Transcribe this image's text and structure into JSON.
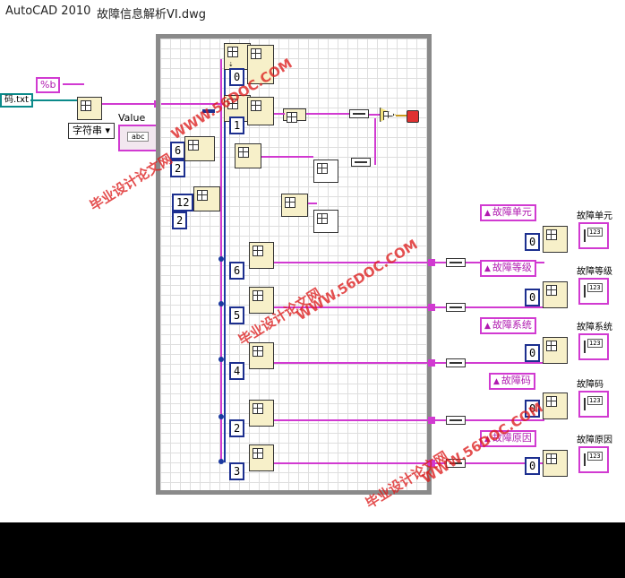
{
  "titlebar": {
    "app": "AutoCAD 2010",
    "file": "故障信息解析VI.dwg"
  },
  "left": {
    "filename": "码.txt",
    "format": "%b",
    "type_select": "字符串",
    "value_label": "Value",
    "value_box": "abc"
  },
  "constants": {
    "c0": "0",
    "c1": "1",
    "c6a": "6",
    "c2a": "2",
    "c12": "12",
    "c2b": "2",
    "c6": "6",
    "c5": "5",
    "c4": "4",
    "c2": "2",
    "c3": "3"
  },
  "outputs": [
    {
      "name": "故障单元",
      "const": "0"
    },
    {
      "name": "故障等级",
      "const": "0"
    },
    {
      "name": "故障系统",
      "const": "0"
    },
    {
      "name": "故障码",
      "const": "0"
    },
    {
      "name": "故障原因",
      "const": "0"
    }
  ],
  "indicators": [
    "故障单元",
    "故障等级",
    "故障系统",
    "故障码",
    "故障原因"
  ],
  "watermarks": {
    "url": "WWW.56DOC.COM",
    "cn": "毕业设计论文网"
  },
  "colors": {
    "string_wire": "#d13ad1",
    "numeric_border": "#1c2f8f",
    "grid": "#dedede",
    "watermark": "#dc1e1e"
  }
}
